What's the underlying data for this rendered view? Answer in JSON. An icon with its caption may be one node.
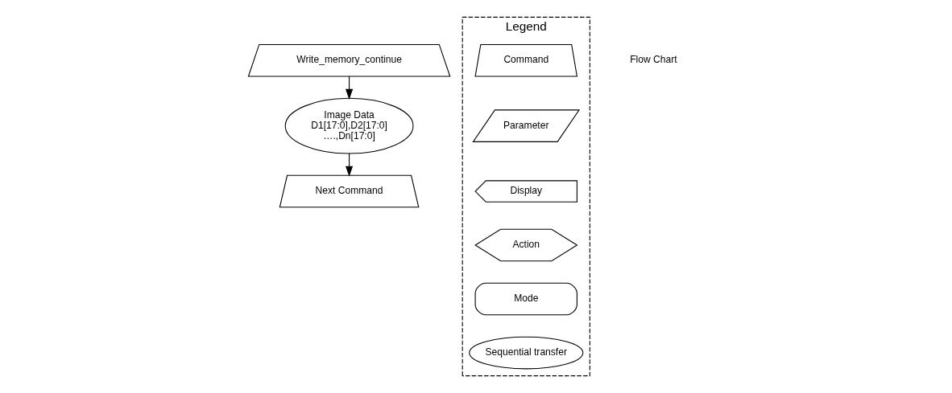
{
  "diagram": {
    "nodes": [
      {
        "text": [
          "Write_memory_continue"
        ]
      },
      {
        "text": [
          "Image Data",
          "D1[17:0],D2[17:0]",
          "….,Dn[17:0]"
        ]
      },
      {
        "text": [
          "Next Command"
        ]
      },
      {
        "text": [
          "Legend"
        ]
      },
      {
        "text": [
          "Command"
        ],
        "in": 3
      },
      {
        "text": [
          "Parameter"
        ],
        "in": 3
      },
      {
        "text": [
          "Display"
        ],
        "in": 3
      },
      {
        "text": [
          "Action"
        ],
        "in": 3
      },
      {
        "text": [
          "Mode"
        ],
        "in": 3
      },
      {
        "text": [
          "Sequential transfer"
        ],
        "in": 3
      }
    ],
    "edges": [
      {
        "from": 0,
        "to": 1,
        "arrow": "to"
      },
      {
        "from": 1,
        "to": 2,
        "arrow": "to"
      }
    ],
    "labels": [
      "Flow Chart"
    ]
  }
}
